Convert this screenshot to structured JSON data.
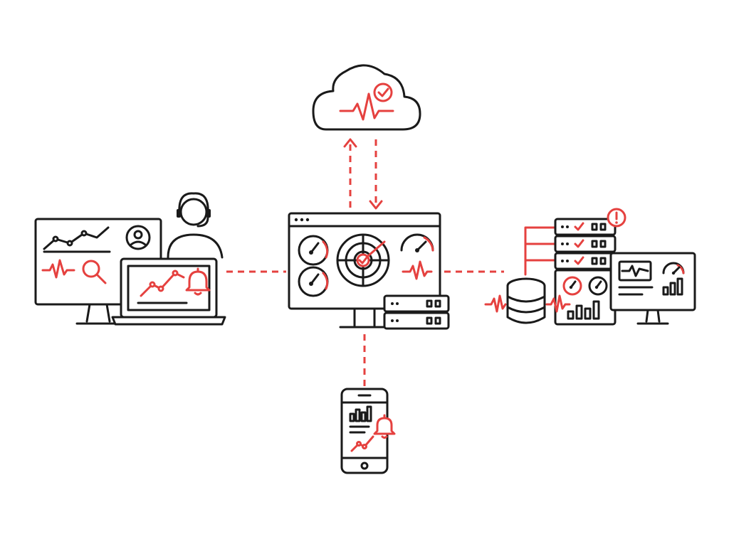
{
  "diagram": {
    "nodes": [
      {
        "id": "cloud",
        "icon": "cloud-heartbeat-icon"
      },
      {
        "id": "central-monitoring-dashboard",
        "icon": "dashboard-monitor-icon"
      },
      {
        "id": "support-workstation",
        "icon": "support-agent-icon"
      },
      {
        "id": "server-infrastructure",
        "icon": "server-rack-icon"
      },
      {
        "id": "mobile-alerts",
        "icon": "smartphone-alert-icon"
      }
    ],
    "edges": [
      {
        "from": "central-monitoring-dashboard",
        "to": "cloud",
        "style": "dashed"
      },
      {
        "from": "cloud",
        "to": "central-monitoring-dashboard",
        "style": "dashed"
      },
      {
        "from": "support-workstation",
        "to": "central-monitoring-dashboard",
        "style": "dashed"
      },
      {
        "from": "central-monitoring-dashboard",
        "to": "server-infrastructure",
        "style": "dashed"
      },
      {
        "from": "central-monitoring-dashboard",
        "to": "mobile-alerts",
        "style": "dashed"
      }
    ]
  },
  "colors": {
    "accent": "#e5413f",
    "line": "#1a1a1a",
    "background": "#ffffff"
  }
}
